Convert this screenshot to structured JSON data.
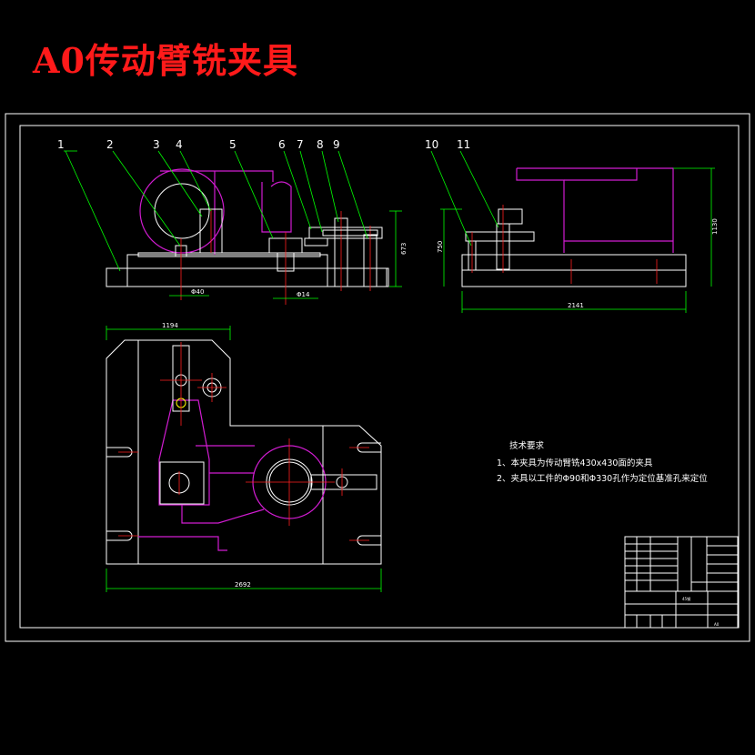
{
  "title": "A0传动臂铣夹具",
  "callouts": [
    "1",
    "2",
    "3",
    "4",
    "5",
    "6",
    "7",
    "8",
    "9",
    "10",
    "11"
  ],
  "dimensions": {
    "front_height": "673",
    "front_hole_1": "Φ40",
    "front_hole_2": "Φ14",
    "side_height_left": "750",
    "side_height_right": "1130",
    "side_length": "2141",
    "plan_width_top": "1194",
    "plan_width_bottom": "2692"
  },
  "tech_notes": {
    "heading": "技术要求",
    "items": [
      "1、本夹具为传动臂铣430x430面的夹具",
      "2、夹具以工件的Φ90和Φ330孔作为定位基准孔来定位"
    ]
  },
  "title_block": {
    "material_label": "45钢",
    "scale": "A0"
  },
  "colors": {
    "outline": "#ffffff",
    "dimension": "#00ff00",
    "workpiece": "#d11cd1",
    "centerline": "#ff2020",
    "title": "#ff1a1a"
  }
}
